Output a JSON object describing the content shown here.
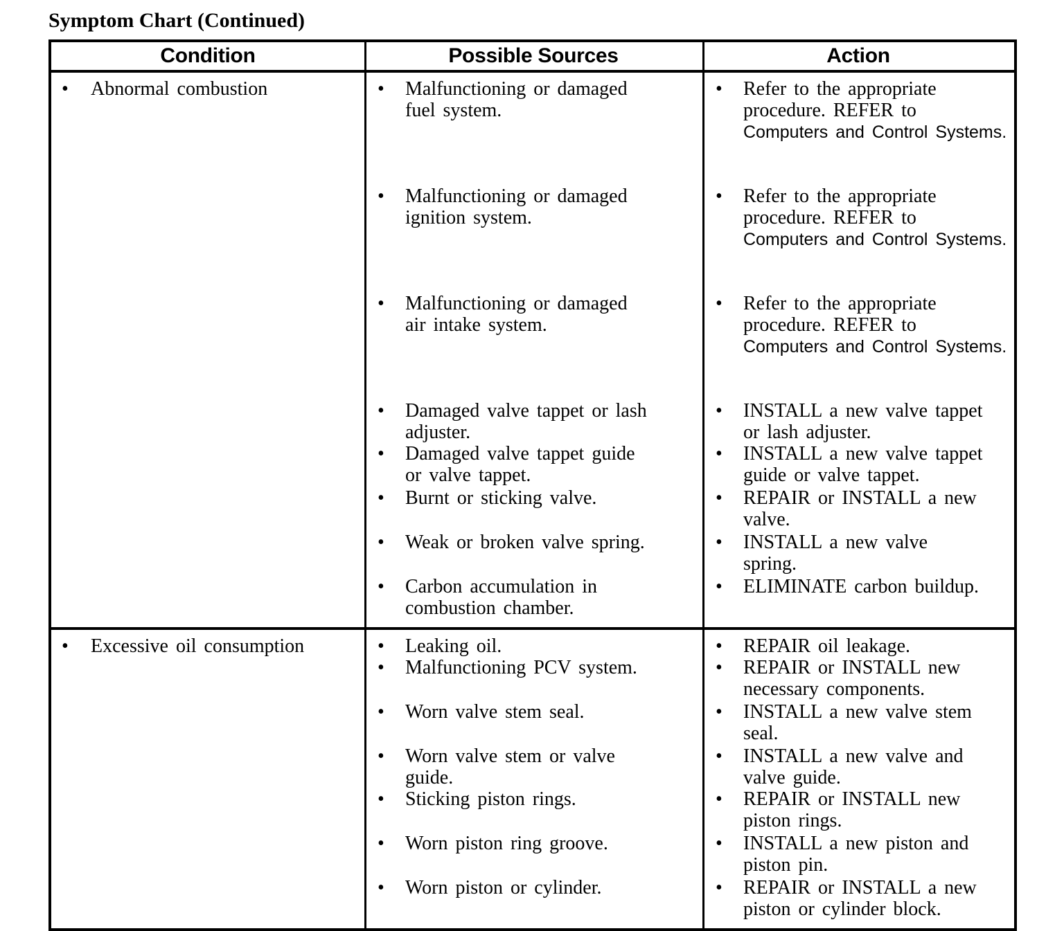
{
  "title": "Symptom Chart (Continued)",
  "table": {
    "headers": [
      "Condition",
      "Possible Sources",
      "Action"
    ],
    "rows": [
      {
        "condition": "Abnormal combustion",
        "pairs": [
          {
            "sources": [
              {
                "text": "Malfunctioning or damaged\nfuel system."
              }
            ],
            "actions": [
              {
                "text": "Refer to the appropriate\nprocedure. REFER to\n",
                "sans": "Computers and Control Systems."
              }
            ]
          },
          {
            "sources": [
              {
                "text": "Malfunctioning or damaged\nignition system."
              }
            ],
            "actions": [
              {
                "text": "Refer to the appropriate\nprocedure. REFER to\n",
                "sans": "Computers and Control Systems."
              }
            ]
          },
          {
            "sources": [
              {
                "text": "Malfunctioning or damaged\nair intake system."
              }
            ],
            "actions": [
              {
                "text": "Refer to the appropriate\nprocedure. REFER to\n",
                "sans": "Computers and Control Systems."
              }
            ]
          },
          {
            "sources": [
              {
                "text": "Damaged valve tappet or lash\nadjuster."
              },
              {
                "text": "Damaged valve tappet guide\nor valve tappet."
              }
            ],
            "actions": [
              {
                "text": "INSTALL a new valve tappet\nor lash adjuster."
              },
              {
                "text": "INSTALL a new valve tappet\nguide or valve tappet."
              }
            ]
          },
          {
            "sources": [
              {
                "text": "Burnt or sticking valve."
              }
            ],
            "actions": [
              {
                "text": "REPAIR or INSTALL a new\nvalve."
              }
            ]
          },
          {
            "sources": [
              {
                "text": "Weak or broken valve spring."
              }
            ],
            "actions": [
              {
                "text": "INSTALL a new valve\nspring."
              }
            ]
          },
          {
            "sources": [
              {
                "text": "Carbon accumulation in\ncombustion chamber."
              }
            ],
            "actions": [
              {
                "text": "ELIMINATE carbon buildup."
              }
            ]
          }
        ]
      },
      {
        "condition": "Excessive oil consumption",
        "pairs": [
          {
            "sources": [
              {
                "text": "Leaking oil."
              },
              {
                "text": "Malfunctioning PCV system."
              }
            ],
            "actions": [
              {
                "text": "REPAIR oil leakage."
              },
              {
                "text": "REPAIR or INSTALL new\nnecessary components."
              }
            ]
          },
          {
            "sources": [
              {
                "text": "Worn valve stem seal."
              }
            ],
            "actions": [
              {
                "text": "INSTALL a new valve stem\nseal."
              }
            ]
          },
          {
            "sources": [
              {
                "text": "Worn valve stem or valve\nguide."
              },
              {
                "text": "Sticking piston rings."
              }
            ],
            "actions": [
              {
                "text": "INSTALL a new valve and\nvalve guide."
              },
              {
                "text": "REPAIR or INSTALL new\npiston rings."
              }
            ]
          },
          {
            "sources": [
              {
                "text": "Worn piston ring groove."
              }
            ],
            "actions": [
              {
                "text": "INSTALL a new piston and\npiston pin."
              }
            ]
          },
          {
            "sources": [
              {
                "text": "Worn piston or cylinder."
              }
            ],
            "actions": [
              {
                "text": "REPAIR or INSTALL a new\npiston or cylinder block."
              }
            ]
          }
        ]
      }
    ]
  }
}
